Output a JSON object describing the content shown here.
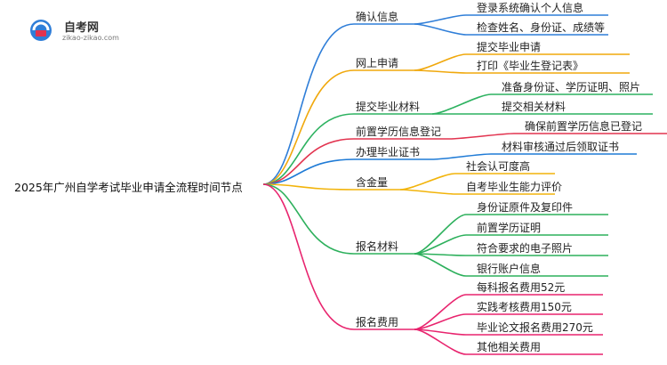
{
  "logo": {
    "title": "自考网",
    "subtitle": "zikao-zikao.com"
  },
  "mindmap": {
    "root": "2025年广州自学考试毕业申请全流程时间节点",
    "branches": [
      {
        "id": "b0",
        "label": "确认信息",
        "color": "#2f7ed8",
        "children": [
          "登录系统确认个人信息",
          "检查姓名、身份证、成绩等"
        ]
      },
      {
        "id": "b1",
        "label": "网上申请",
        "color": "#f0a80c",
        "children": [
          "提交毕业申请",
          "打印《毕业生登记表》"
        ]
      },
      {
        "id": "b2",
        "label": "提交毕业材料",
        "color": "#2db260",
        "children": [
          "准备身份证、学历证明、照片",
          "提交相关材料"
        ]
      },
      {
        "id": "b3",
        "label": "前置学历信息登记",
        "color": "#e2334f",
        "children": [
          "确保前置学历信息已登记"
        ]
      },
      {
        "id": "b4",
        "label": "办理毕业证书",
        "color": "#1f7bd6",
        "children": [
          "材料审核通过后领取证书"
        ]
      },
      {
        "id": "b5",
        "label": "含金量",
        "color": "#f2b40b",
        "children": [
          "社会认可度高",
          "自考毕业生能力评价"
        ]
      },
      {
        "id": "b6",
        "label": "报名材料",
        "color": "#2db05c",
        "children": [
          "身份证原件及复印件",
          "前置学历证明",
          "符合要求的电子照片",
          "银行账户信息"
        ]
      },
      {
        "id": "b7",
        "label": "报名费用",
        "color": "#e8246e",
        "children": [
          "每科报名费用52元",
          "实践考核费用150元",
          "毕业论文报名费用270元",
          "其他相关费用"
        ]
      }
    ]
  }
}
